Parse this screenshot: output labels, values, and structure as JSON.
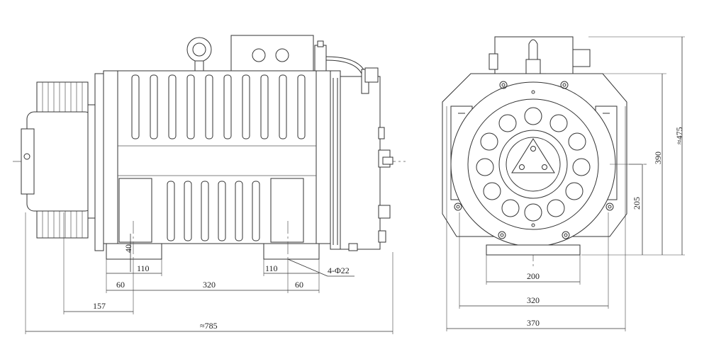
{
  "side_view": {
    "dims": {
      "overall_length": "≈785",
      "offset_157": "157",
      "foot_edge_60_left": "60",
      "foot_spacing": "320",
      "foot_edge_60_right": "60",
      "foot_width_110_left": "110",
      "foot_width_110_right": "110",
      "hole_height_40": "40",
      "mounting_holes": "4-Φ22"
    }
  },
  "front_view": {
    "dims": {
      "base_width_200": "200",
      "hole_spacing_320": "320",
      "overall_width_370": "370",
      "center_height_205": "205",
      "height_390": "390",
      "overall_height": "≈475"
    }
  }
}
